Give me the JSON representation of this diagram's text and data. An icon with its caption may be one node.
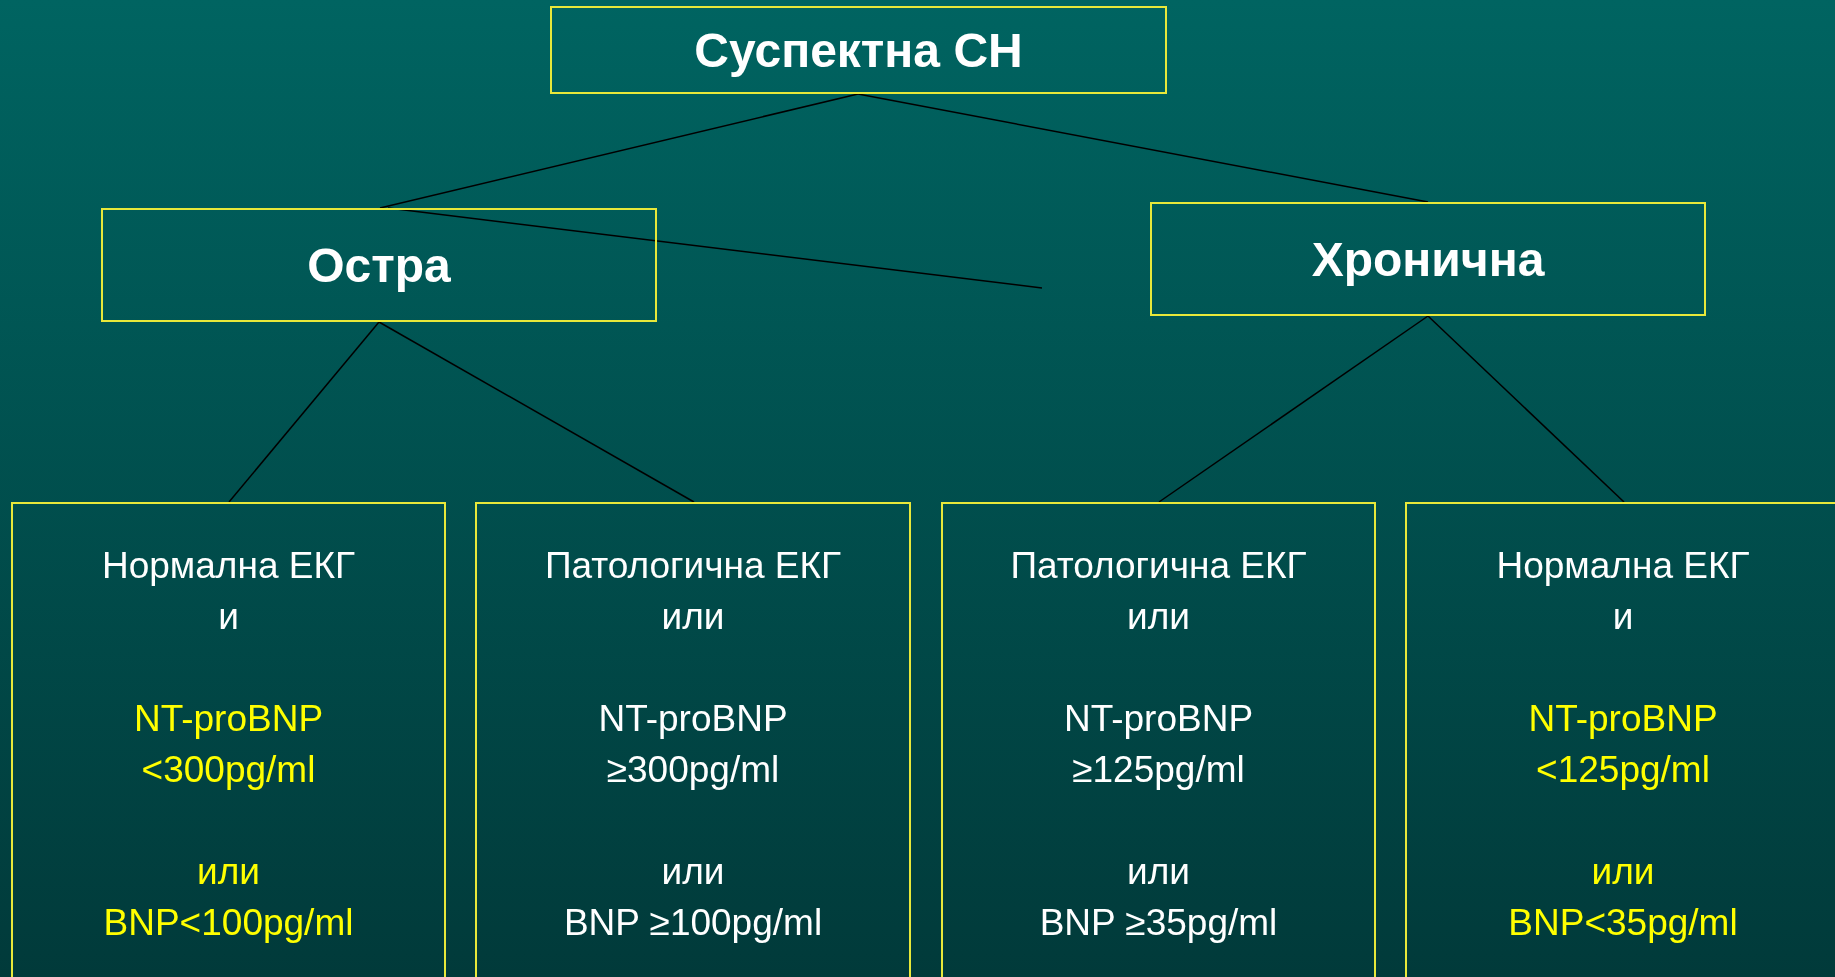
{
  "diagram": {
    "nodes": [
      {
        "text": [
          "Суспектна СН"
        ]
      },
      {
        "text": [
          "Остра"
        ]
      },
      {
        "text": [
          "Хронична"
        ]
      },
      {
        "text": [
          "Нормална ЕКГ",
          "и",
          "NT-proBNP <300pg/ml",
          "или",
          "BNP<100pg/ml"
        ]
      },
      {
        "text": [
          "Патологична ЕКГ",
          "или",
          "NT-proBNP ≥300pg/ml",
          "или",
          "BNP ≥100pg/ml"
        ]
      },
      {
        "text": [
          "Патологична ЕКГ",
          "или",
          "NT-proBNP ≥125pg/ml",
          "или",
          "BNP ≥35pg/ml"
        ]
      },
      {
        "text": [
          "Нормална ЕКГ",
          "и",
          "NT-proBNP <125pg/ml",
          "или",
          "BNP<35pg/ml"
        ]
      }
    ],
    "edges": [
      {
        "from": 0,
        "to": 1,
        "arrow": "none"
      },
      {
        "from": 0,
        "to": 2,
        "arrow": "none"
      },
      {
        "from": 1,
        "to": null,
        "arrow": "none"
      },
      {
        "from": 1,
        "to": 3,
        "arrow": "none"
      },
      {
        "from": 1,
        "to": 4,
        "arrow": "none"
      },
      {
        "from": 2,
        "to": 5,
        "arrow": "none"
      },
      {
        "from": 2,
        "to": 6,
        "arrow": "none"
      }
    ]
  }
}
